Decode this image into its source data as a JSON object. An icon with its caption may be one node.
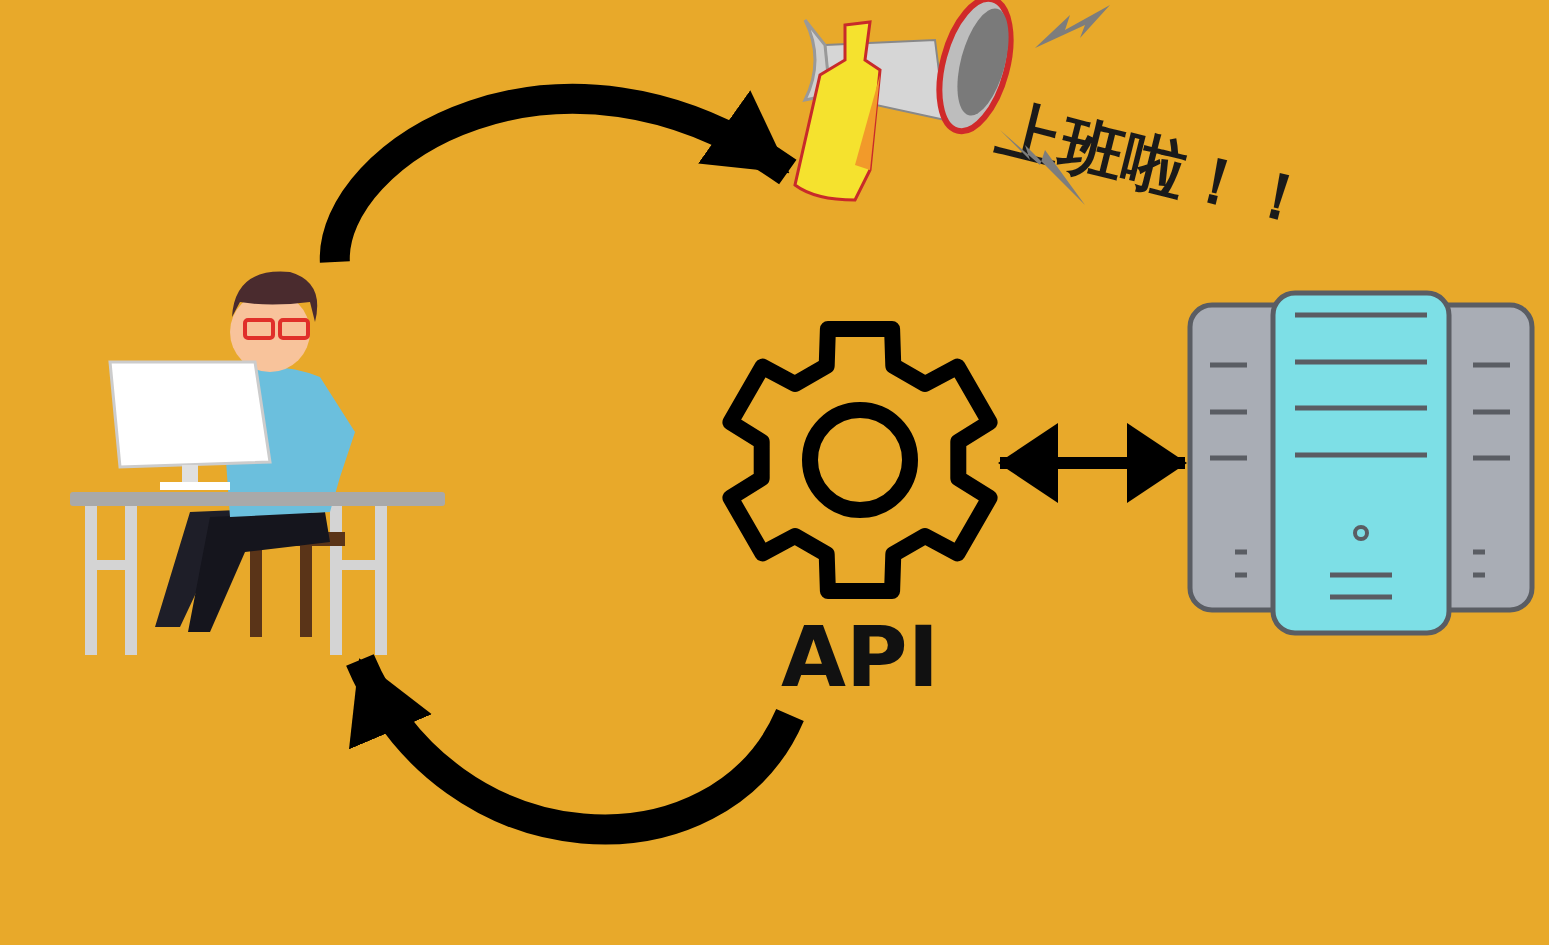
{
  "diagram": {
    "nodes": [
      {
        "text": [],
        "shape": "picture"
      },
      {
        "text": [],
        "shape": "picture",
        "beside": [
          "上班啦！！"
        ]
      },
      {
        "text": [
          "API"
        ]
      },
      {
        "text": [],
        "shape": "picture"
      }
    ],
    "edges": [
      {
        "from": 0,
        "to": 1,
        "arrow": "to"
      },
      {
        "from": 2,
        "to": 0,
        "arrow": "to"
      },
      {
        "from": 2,
        "to": 3,
        "arrow": "both"
      }
    ]
  }
}
